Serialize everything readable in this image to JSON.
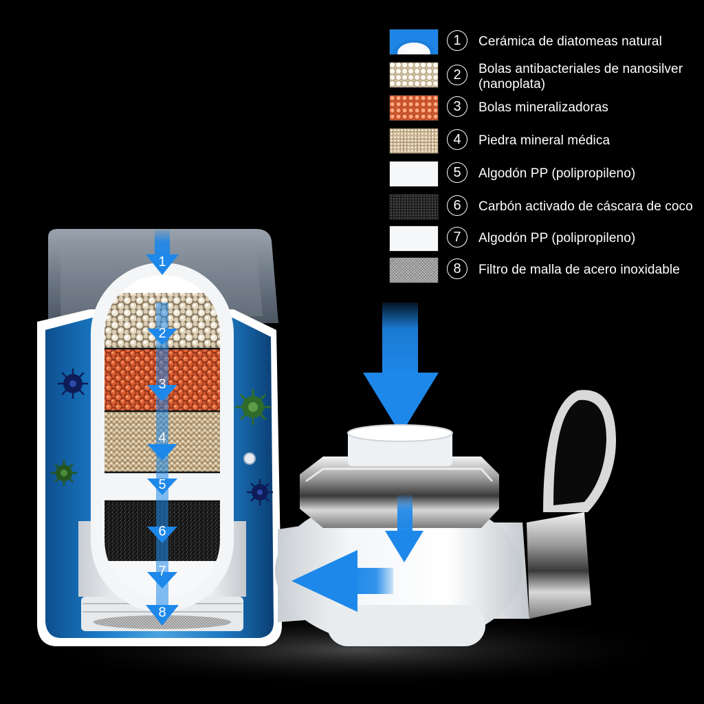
{
  "legend": [
    {
      "number": "1",
      "label": "Cerámica de diatomeas natural",
      "swatch": "white-ceramic-dome"
    },
    {
      "number": "2",
      "label": "Bolas antibacteriales de nanosilver",
      "label_line2": "(nanoplata)",
      "swatch": "cream-balls"
    },
    {
      "number": "3",
      "label": "Bolas mineralizadoras",
      "swatch": "orange-balls"
    },
    {
      "number": "4",
      "label": "Piedra mineral médica",
      "swatch": "tan-granules"
    },
    {
      "number": "5",
      "label": "Algodón PP (polipropileno)",
      "swatch": "white-cotton"
    },
    {
      "number": "6",
      "label": "Carbón activado de cáscara de coco",
      "swatch": "black-carbon"
    },
    {
      "number": "7",
      "label": "Algodón PP (polipropileno)",
      "swatch": "white-cotton"
    },
    {
      "number": "8",
      "label": "Filtro de malla de acero inoxidable",
      "swatch": "steel-mesh"
    }
  ],
  "stages": [
    "1",
    "2",
    "3",
    "4",
    "5",
    "6",
    "7",
    "8"
  ],
  "colors": {
    "background": "#000000",
    "flow_arrow": "#1e88ea",
    "housing_blue": "#1877c4",
    "legend_text": "#ffffff"
  }
}
